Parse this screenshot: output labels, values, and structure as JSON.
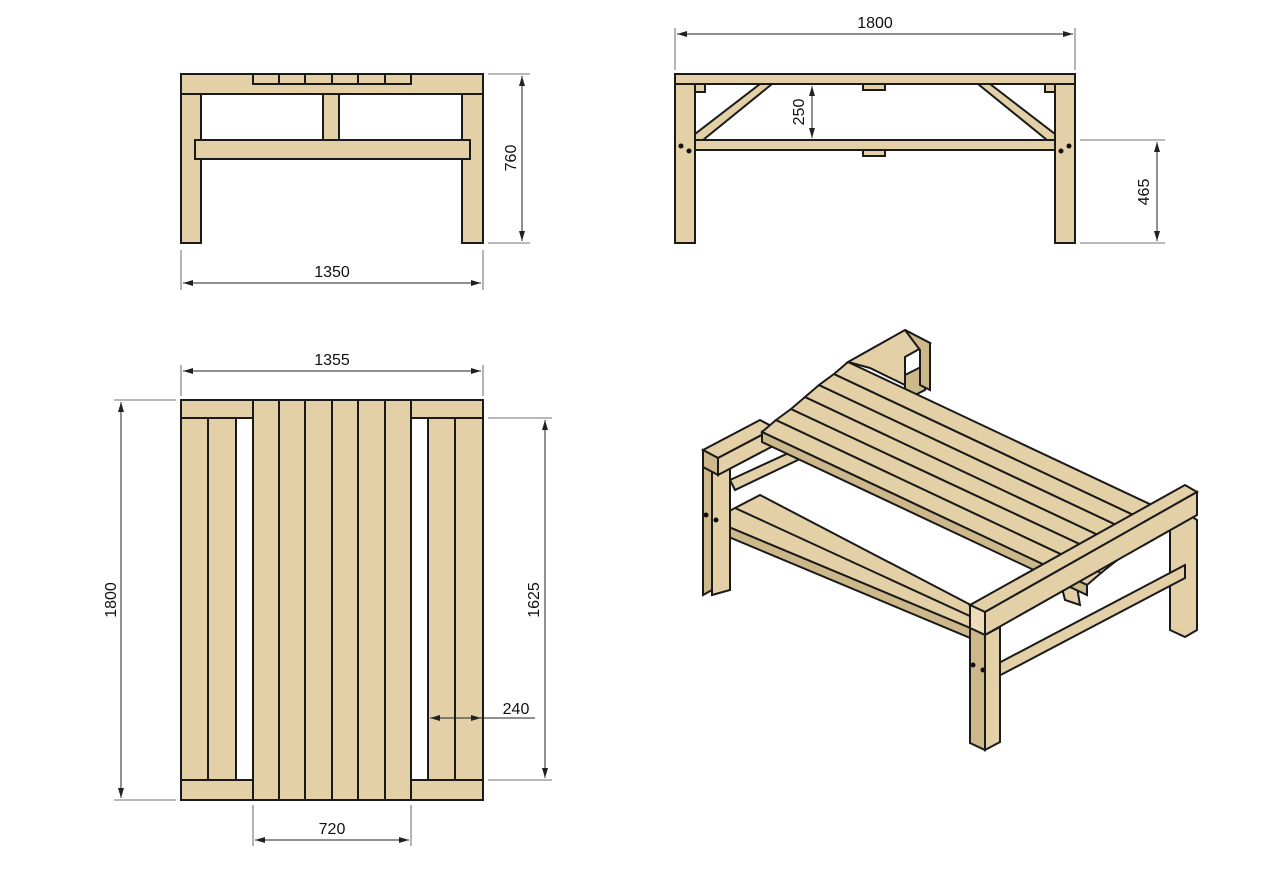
{
  "colors": {
    "wood": "#e3d0a6",
    "outline": "#1a1a1a"
  },
  "views": {
    "end_view": {
      "height": "760",
      "width": "1350"
    },
    "side_view": {
      "length": "1800",
      "brace_drop": "250",
      "stretcher_height": "465"
    },
    "plan_view": {
      "width": "1355",
      "length": "1800",
      "inner_length": "1625",
      "side_gap": "240",
      "top_width": "720"
    }
  }
}
